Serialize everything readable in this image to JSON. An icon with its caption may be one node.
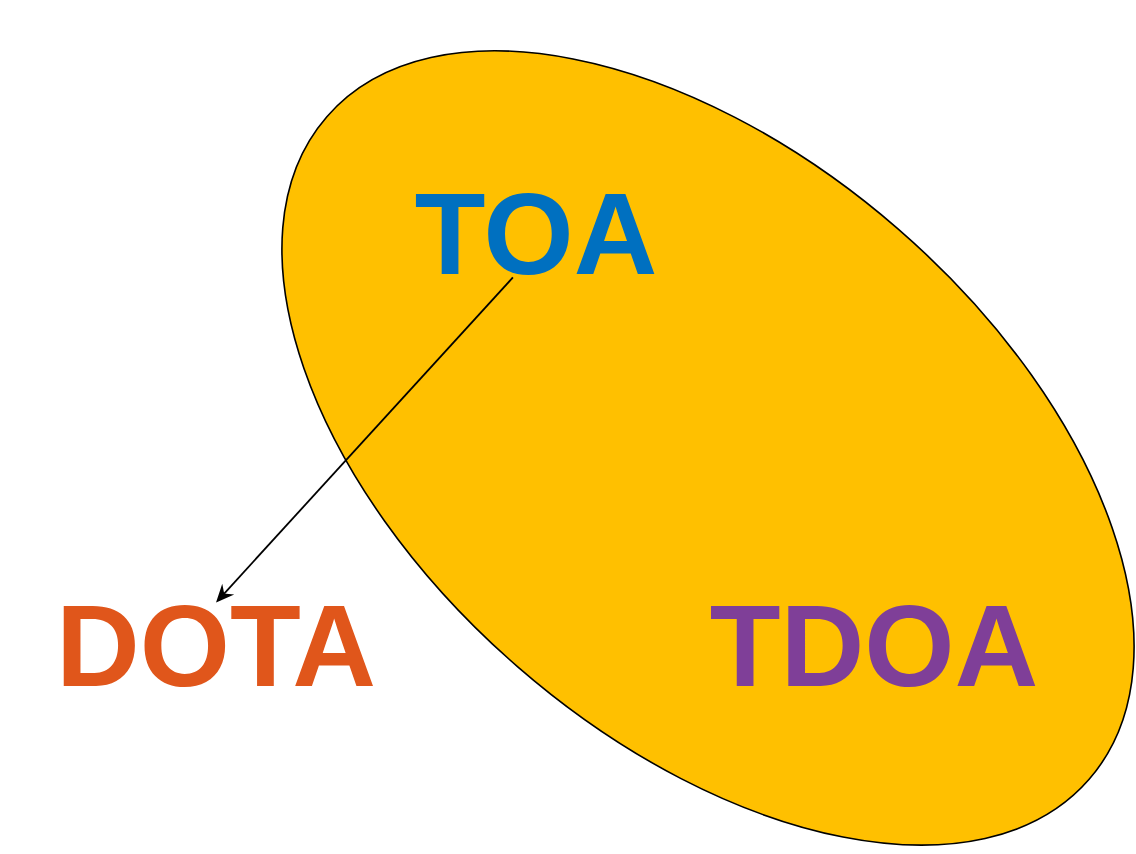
{
  "diagram": {
    "nodes": [
      {
        "text": [],
        "shape": "ellipse"
      },
      {
        "text": [
          "TOA"
        ],
        "in": 0
      },
      {
        "text": [
          "DOTA"
        ]
      },
      {
        "text": [
          "TDOA"
        ],
        "in": 0
      }
    ],
    "edges": [
      {
        "from": 1,
        "to": 2,
        "arrow": "to"
      }
    ]
  }
}
